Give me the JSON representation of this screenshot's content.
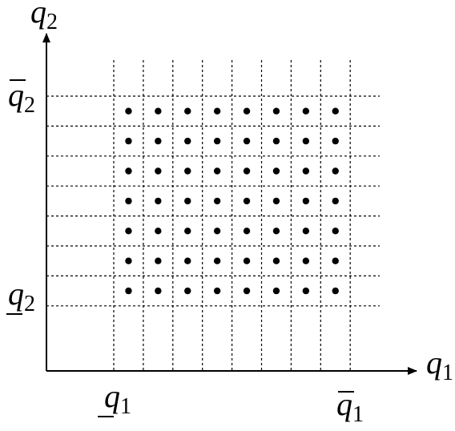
{
  "labels": {
    "x_axis": {
      "var": "q",
      "sub": "1"
    },
    "y_axis": {
      "var": "q",
      "sub": "2"
    },
    "x_lower": {
      "var": "q",
      "sub": "1"
    },
    "x_upper": {
      "var": "q",
      "sub": "1"
    },
    "y_lower": {
      "var": "q",
      "sub": "2"
    },
    "y_upper": {
      "var": "q",
      "sub": "2"
    }
  },
  "grid": {
    "columns": 9,
    "rows": 8,
    "dot_columns": 8,
    "dot_rows": 7
  },
  "colors": {
    "ink": "#000000"
  }
}
